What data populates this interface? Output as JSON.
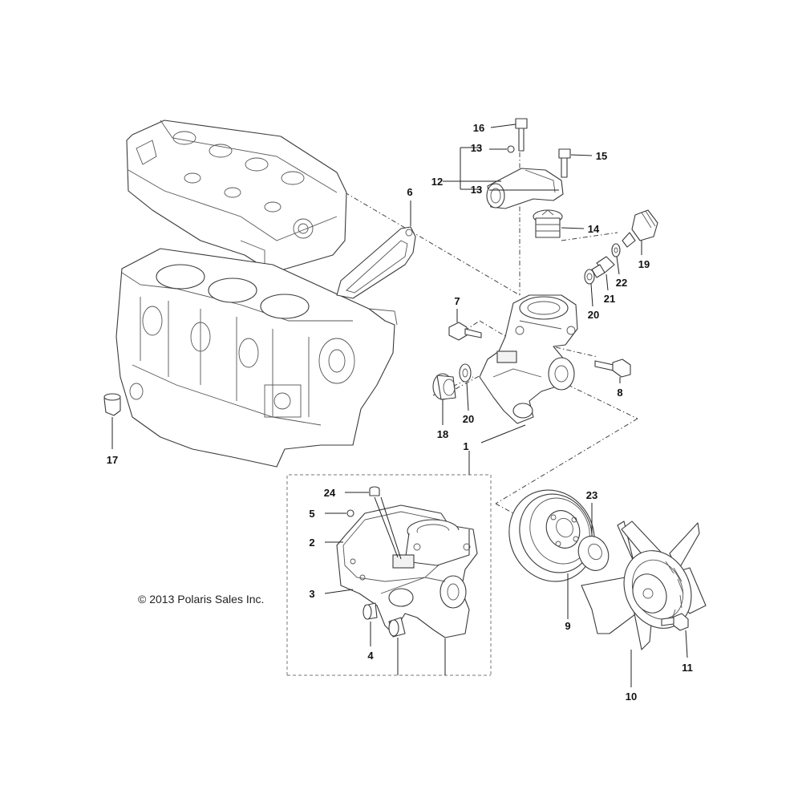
{
  "copyright": "© 2013 Polaris Sales Inc.",
  "callouts": {
    "c1": "1",
    "c2": "2",
    "c3": "3",
    "c4": "4",
    "c5": "5",
    "c6": "6",
    "c7": "7",
    "c8": "8",
    "c9": "9",
    "c10": "10",
    "c11": "11",
    "c12": "12",
    "c13a": "13",
    "c13b": "13",
    "c14": "14",
    "c15": "15",
    "c16": "16",
    "c17": "17",
    "c18": "18",
    "c19": "19",
    "c20a": "20",
    "c20b": "20",
    "c21": "21",
    "c22": "22",
    "c23": "23",
    "c24": "24"
  }
}
